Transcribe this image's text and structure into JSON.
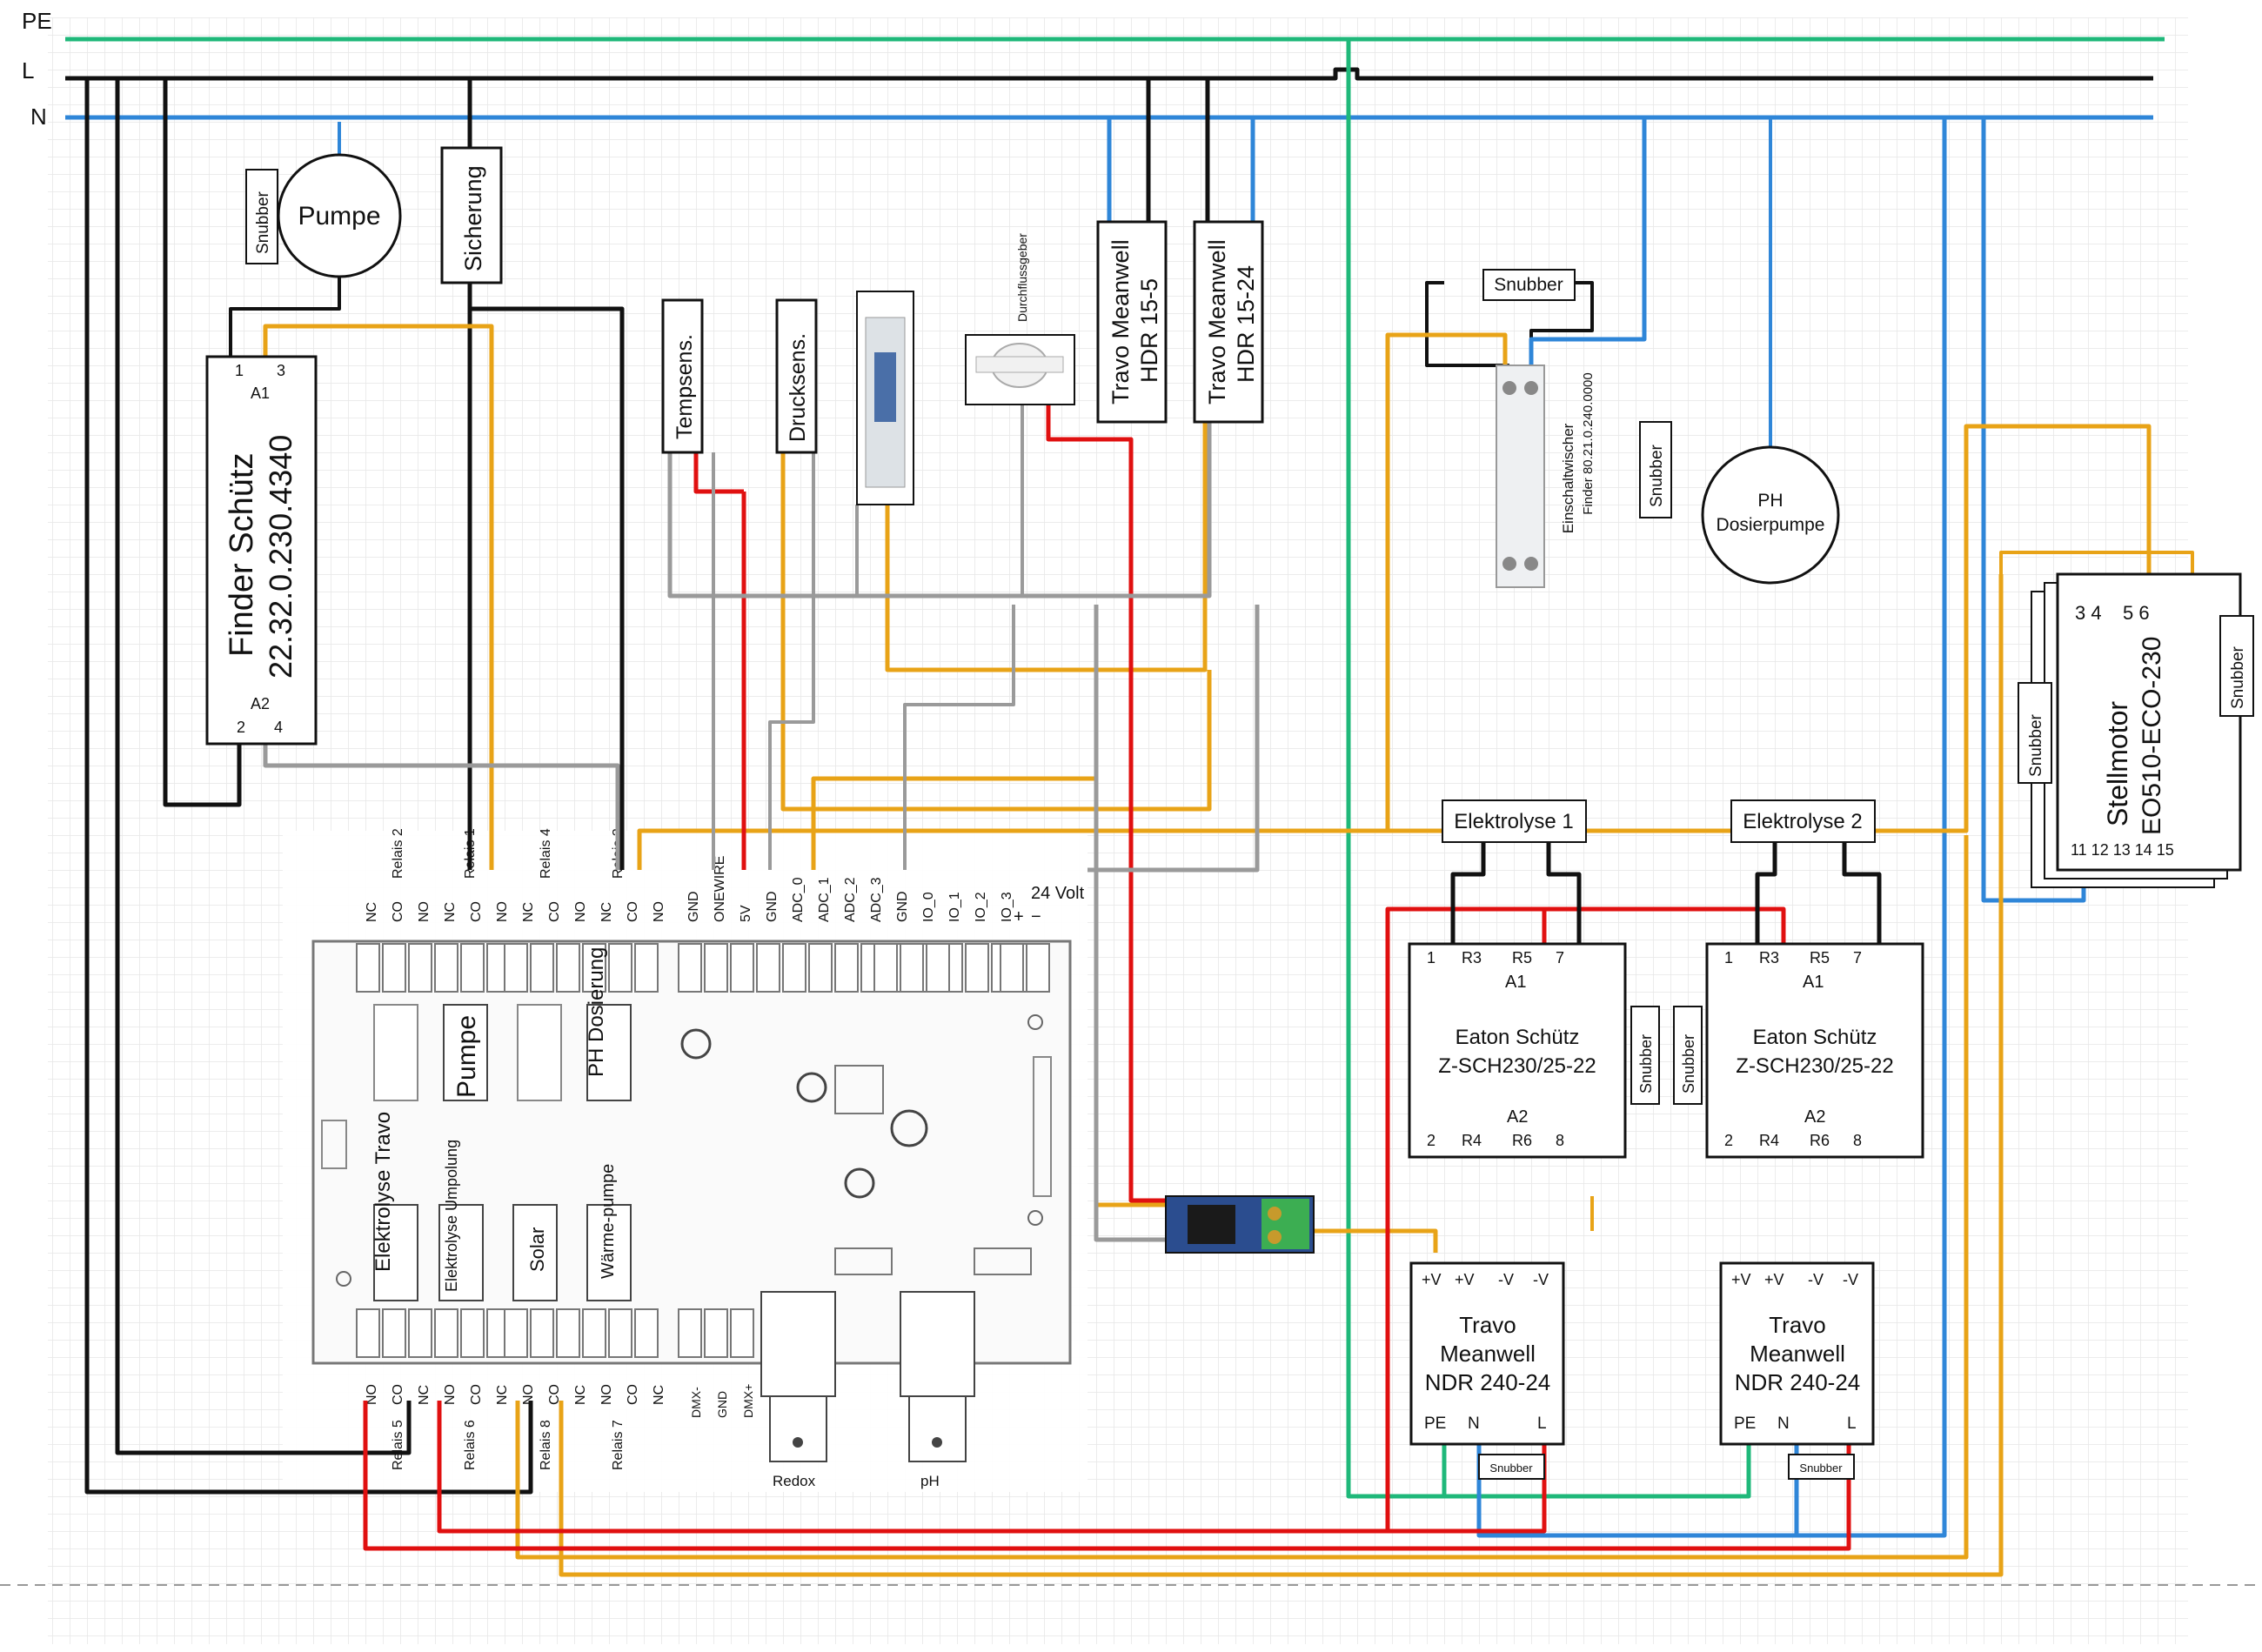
{
  "colors": {
    "pe": "#1fb87a",
    "line": "#111111",
    "neutral": "#2f86d8",
    "signal": "#e8a317",
    "power": "#e01010",
    "ground": "#9a9a9a"
  },
  "rails": {
    "pe": "PE",
    "l": "L",
    "n": "N"
  },
  "pump": {
    "label": "Pumpe",
    "snubber": "Snubber"
  },
  "fuse": {
    "label": "Sicherung"
  },
  "finder_contactor": {
    "line1": "Finder Schütz",
    "line2": "22.32.0.230.4340",
    "pins": [
      "1",
      "3",
      "A1",
      "A2",
      "2",
      "4"
    ]
  },
  "sensors": {
    "temp": "Tempsens.",
    "pressure": "Drucksens.",
    "flow": "Durchflussgeber"
  },
  "psu_5": {
    "line1": "Travo Meanwell",
    "line2": "HDR 15-5"
  },
  "psu_24": {
    "line1": "Travo Meanwell",
    "line2": "HDR 15-24"
  },
  "wiper": {
    "snubber": "Snubber",
    "line1": "Einschaltwischer",
    "line2": "Finder 80.21.0.240.0000"
  },
  "ph_pump": {
    "line1": "PH",
    "line2": "Dosierpumpe",
    "snubber": "Snubber"
  },
  "motor": {
    "line1": "Stellmotor",
    "line2": "EO510-ECO-230",
    "top_pins": "3 4    5 6",
    "bottom_pins": "11 12 13 14 15",
    "snubber_left": "Snubber",
    "snubber_right": "Snubber"
  },
  "board": {
    "top_labels": [
      "NC",
      "CO",
      "NO",
      "NC",
      "CO",
      "NO",
      "NC",
      "CO",
      "NO",
      "NC",
      "CO",
      "NO",
      "GND",
      "ONEWIRE",
      "5V",
      "GND",
      "ADC_0",
      "ADC_1",
      "ADC_2",
      "ADC_3",
      "GND",
      "IO_0",
      "IO_1",
      "IO_2",
      "IO_3",
      "+",
      "−"
    ],
    "relay_labels": [
      "Relais 2",
      "Relais 1",
      "Relais 4",
      "Relais 3"
    ],
    "supply": "24 Volt",
    "relays_top": [
      "Pumpe",
      "PH Dosierung"
    ],
    "relays_bottom": [
      "Elektrolyse Travo",
      "Elektrolyse Umpolung",
      "Solar",
      "Wärme-pumpe"
    ],
    "bottom_labels": [
      "NO",
      "CO",
      "NC",
      "NO",
      "CO",
      "NC",
      "NO",
      "CO",
      "NC",
      "NO",
      "CO",
      "NC"
    ],
    "bottom_relays": [
      "Relais 5",
      "Relais 6",
      "Relais 8",
      "Relais 7"
    ],
    "dmx_labels": [
      "DMX-",
      "GND",
      "DMX+"
    ],
    "probes": [
      "Redox",
      "pH"
    ]
  },
  "electrolysis": [
    "Elektrolyse 1",
    "Elektrolyse 2"
  ],
  "eaton": {
    "line1": "Eaton Schütz",
    "line2": "Z-SCH230/25-22",
    "top_pins": [
      "1",
      "R3",
      "R5",
      "7"
    ],
    "bottom_pins": [
      "2",
      "R4",
      "R6",
      "8"
    ],
    "a1": "A1",
    "a2": "A2",
    "snubber": "Snubber"
  },
  "ndr": {
    "line1": "Travo",
    "line2": "Meanwell",
    "line3": "NDR 240-24",
    "top_pins": [
      "+V",
      "+V",
      "-V",
      "-V"
    ],
    "bottom_pins": [
      "PE",
      "N",
      "L"
    ],
    "snubber": "Snubber"
  }
}
